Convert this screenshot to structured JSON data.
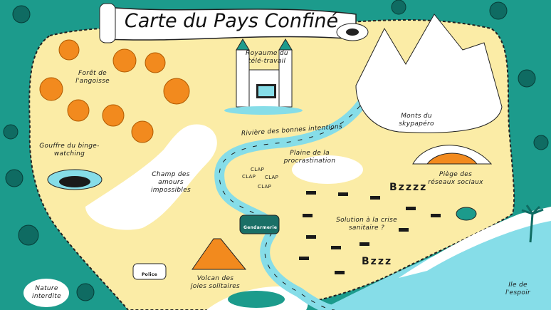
{
  "title": "Carte du Pays Confiné",
  "places": {
    "royaume": "Royaume du télé-travail",
    "foret": "Forêt de l'angoisse",
    "gouffre": "Gouffre du binge-watching",
    "champ": "Champ des amours impossibles",
    "riviere": "Rivière des bonnes intentions",
    "plaine": "Plaine de la procrastination",
    "monts": "Monts du skypapéro",
    "piege": "Piège des réseaux sociaux",
    "solution": "Solution à la crise sanitaire ?",
    "volcan": "Volcan des joies solitaires",
    "nature": "Nature interdite",
    "ile": "Ile de l'espoir"
  },
  "sounds": {
    "clap": [
      "CLAP",
      "CLAP",
      "CLAP",
      "CLAP"
    ],
    "bzz1": "Bzzzz",
    "bzz2": "Bzzz"
  },
  "vehicles": {
    "gendarmerie": "Gendarmerie",
    "police": "Police"
  },
  "colors": {
    "land": "#fbeca6",
    "forest": "#1c9b8c",
    "water": "#86dde8",
    "virus": "#f28a1e"
  }
}
